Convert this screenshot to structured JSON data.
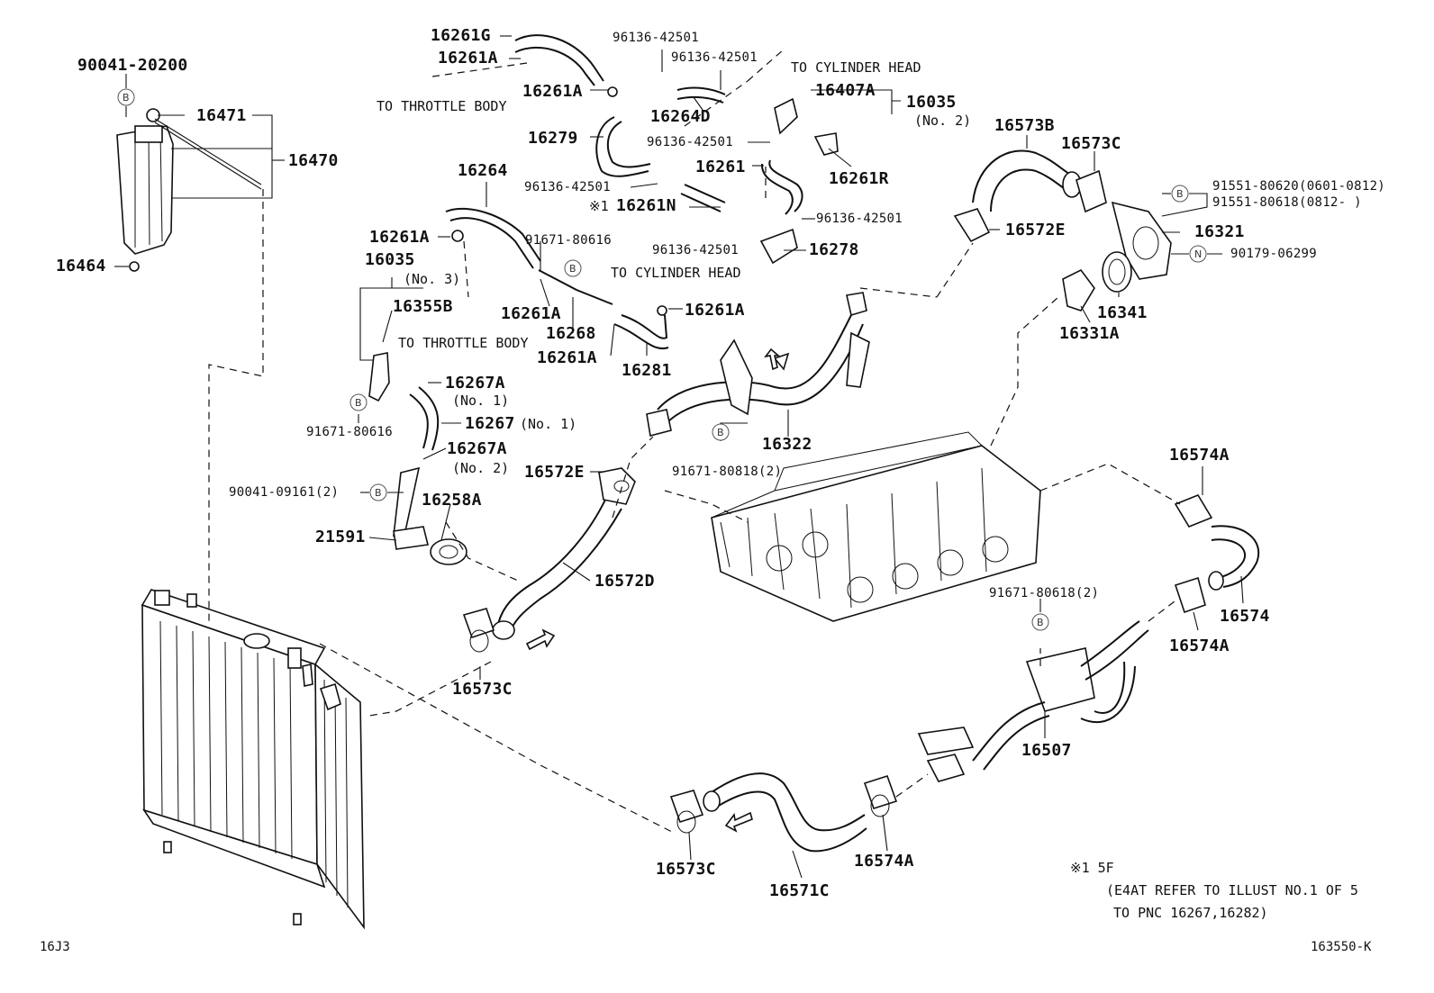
{
  "labels": {
    "p_90041_20200": "90041-20200",
    "p_16471": "16471",
    "p_16470": "16470",
    "p_16464": "16464",
    "p_16261g": "16261G",
    "p_16261a_1": "16261A",
    "p_to_throttle_1": "TO THROTTLE BODY",
    "p_16261a_2": "16261A",
    "p_16279": "16279",
    "p_96136_42501_1": "96136-42501",
    "p_96136_42501_2": "96136-42501",
    "p_16264d": "16264D",
    "p_to_cyl_head_1": "TO CYLINDER HEAD",
    "p_16407a": "16407A",
    "p_16035_1": "16035",
    "p_no2_1": "(No. 2)",
    "p_96136_42501_3": "96136-42501",
    "p_16261": "16261",
    "p_16261r": "16261R",
    "p_96136_42501_4": "96136-42501",
    "p_16261n": "16261N",
    "p_16261n_mark": "※1",
    "p_96136_42501_5": "96136-42501",
    "p_96136_42501_6": "96136-42501",
    "p_16278": "16278",
    "p_16264": "16264",
    "p_16261a_3": "16261A",
    "p_91671_80616_1": "91671-80616",
    "p_16035_2": "16035",
    "p_no3": "(No. 3)",
    "p_16355b": "16355B",
    "p_to_throttle_2": "TO THROTTLE BODY",
    "p_16261a_4": "16261A",
    "p_to_cyl_head_2": "TO CYLINDER HEAD",
    "p_16261a_5": "16261A",
    "p_16268": "16268",
    "p_16261a_6": "16261A",
    "p_16281": "16281",
    "p_16267a_1": "16267A",
    "p_no1_a": "(No. 1)",
    "p_16267": "16267",
    "p_no1_b": "(No. 1)",
    "p_91671_80616_2": "91671-80616",
    "p_16267a_2": "16267A",
    "p_no2_2": "(No. 2)",
    "p_90041_09161": "90041-09161(2)",
    "p_16258a": "16258A",
    "p_21591": "21591",
    "p_16572e_1": "16572E",
    "p_16322": "16322",
    "p_91671_80818": "91671-80818(2)",
    "p_16572d": "16572D",
    "p_16573c_1": "16573C",
    "p_16573b": "16573B",
    "p_16573c_2": "16573C",
    "p_16572e_2": "16572E",
    "p_91551_80620": "91551-80620(0601-0812)",
    "p_91551_80618": "91551-80618(0812-      )",
    "p_16321": "16321",
    "p_90179_06299": "90179-06299",
    "p_16341": "16341",
    "p_16331a": "16331A",
    "p_16574a_1": "16574A",
    "p_91671_80618": "91671-80618(2)",
    "p_16574": "16574",
    "p_16574a_2": "16574A",
    "p_16507": "16507",
    "p_16573c_3": "16573C",
    "p_16571c": "16571C",
    "p_16574a_3": "16574A",
    "note_line1": "※1 5F",
    "note_line2": "(E4AT REFER TO ILLUST NO.1 OF 5",
    "note_line3": "TO PNC 16267,16282)",
    "footer_left": "16J3",
    "footer_right": "163550-K"
  },
  "markers": {
    "b": "B",
    "n": "N"
  }
}
